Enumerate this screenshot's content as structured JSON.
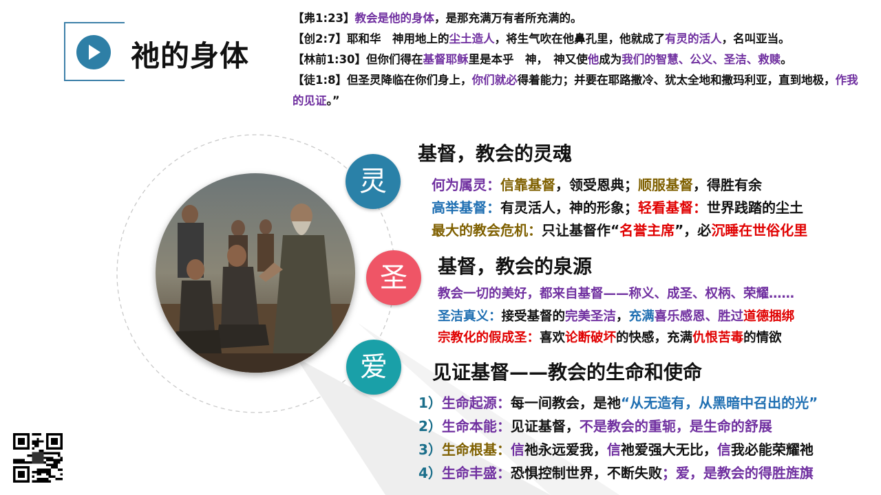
{
  "title": "祂的身体",
  "verses": [
    {
      "segments": [
        {
          "t": "【弗1:23】",
          "c": ""
        },
        {
          "t": "教会是他的身体",
          "c": "purple"
        },
        {
          "t": "，是那充满万有者所充满的。",
          "c": ""
        }
      ]
    },
    {
      "segments": [
        {
          "t": "【创2:7】耶和华　神用地上的",
          "c": ""
        },
        {
          "t": "尘土造人",
          "c": "purple"
        },
        {
          "t": "，将生气吹在他鼻孔里，他就成了",
          "c": ""
        },
        {
          "t": "有灵的活人",
          "c": "purple"
        },
        {
          "t": "，名叫亚当。",
          "c": ""
        }
      ]
    },
    {
      "segments": [
        {
          "t": "【林前1:30】但你们得在",
          "c": ""
        },
        {
          "t": "基督耶稣",
          "c": "purple"
        },
        {
          "t": "里是本乎　神，　神又使",
          "c": ""
        },
        {
          "t": "他",
          "c": "purple"
        },
        {
          "t": "成为",
          "c": ""
        },
        {
          "t": "我们的智慧、公义、圣洁、救赎",
          "c": "purple"
        },
        {
          "t": "。",
          "c": ""
        }
      ]
    },
    {
      "segments": [
        {
          "t": "【徒1:8】但圣灵降临在你们身上，",
          "c": ""
        },
        {
          "t": "你们就必",
          "c": "purple"
        },
        {
          "t": "得着能力；并要在耶路撒冷、犹太全地和撒玛利亚，直到地极，",
          "c": ""
        },
        {
          "t": "作我的见证",
          "c": "purple"
        },
        {
          "t": "。”",
          "c": ""
        }
      ]
    }
  ],
  "badges": {
    "ling": "灵",
    "sheng": "圣",
    "ai": "爱"
  },
  "sections": {
    "ling": {
      "heading": "基督，教会的灵魂",
      "lines": [
        [
          {
            "t": "何为属灵：",
            "c": "purple"
          },
          {
            "t": "信靠基督",
            "c": "gold"
          },
          {
            "t": "，领受恩典；",
            "c": ""
          },
          {
            "t": "顺服基督",
            "c": "gold"
          },
          {
            "t": "，得胜有余",
            "c": ""
          }
        ],
        [
          {
            "t": "高举基督：",
            "c": "blue"
          },
          {
            "t": "有灵活人，神的形象；",
            "c": ""
          },
          {
            "t": "轻看基督：",
            "c": "red"
          },
          {
            "t": "世界践踏的尘土",
            "c": ""
          }
        ],
        [
          {
            "t": "最大的教会危机：",
            "c": "gold"
          },
          {
            "t": "只让基督作“",
            "c": ""
          },
          {
            "t": "名誉主席",
            "c": "red"
          },
          {
            "t": "”，必",
            "c": ""
          },
          {
            "t": "沉睡在世俗化里",
            "c": "red"
          }
        ]
      ]
    },
    "sheng": {
      "heading": "基督，教会的泉源",
      "lines": [
        [
          {
            "t": "教会一切的美好，都来自基督——称义、成圣、权柄、荣耀……",
            "c": "purple"
          }
        ],
        [
          {
            "t": "圣洁真义：",
            "c": "blue"
          },
          {
            "t": "接受基督的",
            "c": ""
          },
          {
            "t": "完美圣洁",
            "c": "purple"
          },
          {
            "t": "，",
            "c": ""
          },
          {
            "t": "充满",
            "c": "blue"
          },
          {
            "t": "喜乐感恩、胜过",
            "c": "purple"
          },
          {
            "t": "道德捆绑",
            "c": "red"
          }
        ],
        [
          {
            "t": "宗教化的假成圣：",
            "c": "red"
          },
          {
            "t": "喜欢",
            "c": ""
          },
          {
            "t": "论断破坏",
            "c": "red"
          },
          {
            "t": "的快感，充满",
            "c": ""
          },
          {
            "t": "仇恨苦毒",
            "c": "red"
          },
          {
            "t": "的情欲",
            "c": ""
          }
        ]
      ]
    },
    "ai": {
      "heading": "见证基督——教会的生命和使命",
      "lines": [
        [
          {
            "t": "1）",
            "c": "teal"
          },
          {
            "t": "生命起源：",
            "c": "purple"
          },
          {
            "t": "每一间教会，是祂",
            "c": ""
          },
          {
            "t": "“从无造有，从黑暗中召出的光”",
            "c": "blue"
          }
        ],
        [
          {
            "t": "2）",
            "c": "teal"
          },
          {
            "t": "生命本能：",
            "c": "purple"
          },
          {
            "t": "见证基督，",
            "c": ""
          },
          {
            "t": "不是教会的重轭，是生命的舒展",
            "c": "purple"
          }
        ],
        [
          {
            "t": "3）",
            "c": "teal"
          },
          {
            "t": "生命根基：",
            "c": "gold"
          },
          {
            "t": "信",
            "c": "purple"
          },
          {
            "t": "祂永远爱我，",
            "c": ""
          },
          {
            "t": "信",
            "c": "purple"
          },
          {
            "t": "祂爱强大无比，",
            "c": ""
          },
          {
            "t": "信",
            "c": "purple"
          },
          {
            "t": "我必能荣耀祂",
            "c": ""
          }
        ],
        [
          {
            "t": "4）",
            "c": "teal"
          },
          {
            "t": "生命丰盛：",
            "c": "purple"
          },
          {
            "t": "恐惧控制世界，不断失败",
            "c": ""
          },
          {
            "t": "；爱，是教会的得胜旌旗",
            "c": "purple"
          }
        ]
      ]
    }
  },
  "colors": {
    "purple": "#7030a0",
    "red": "#e00000",
    "blue": "#1f6fb2",
    "gold": "#7f6000",
    "teal": "#1a6e8a",
    "badge_ling": "#2a81a8",
    "badge_sheng": "#ef5566",
    "badge_ai": "#1aa0a8"
  }
}
